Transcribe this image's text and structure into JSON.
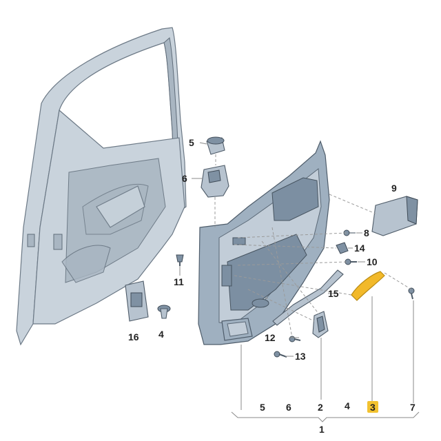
{
  "diagram": {
    "callouts": [
      {
        "id": "c1",
        "text": "1"
      },
      {
        "id": "c2",
        "text": "2"
      },
      {
        "id": "c3",
        "text": "3"
      },
      {
        "id": "c4",
        "text": "4"
      },
      {
        "id": "c5",
        "text": "5"
      },
      {
        "id": "c6",
        "text": "6"
      },
      {
        "id": "c7",
        "text": "7"
      },
      {
        "id": "c8",
        "text": "8"
      },
      {
        "id": "c9",
        "text": "9"
      },
      {
        "id": "c10",
        "text": "10"
      },
      {
        "id": "c11",
        "text": "11"
      },
      {
        "id": "c12",
        "text": "12"
      },
      {
        "id": "c13",
        "text": "13"
      },
      {
        "id": "c14",
        "text": "14"
      },
      {
        "id": "c15",
        "text": "15"
      },
      {
        "id": "c16",
        "text": "16"
      }
    ],
    "bracket_labels": [
      "5",
      "6",
      "2",
      "4",
      "3",
      "7"
    ],
    "bracket_total": "1",
    "highlighted_label": "3",
    "highlight_color": "#f2c230",
    "highlight_part_color": "#f2b92a"
  }
}
